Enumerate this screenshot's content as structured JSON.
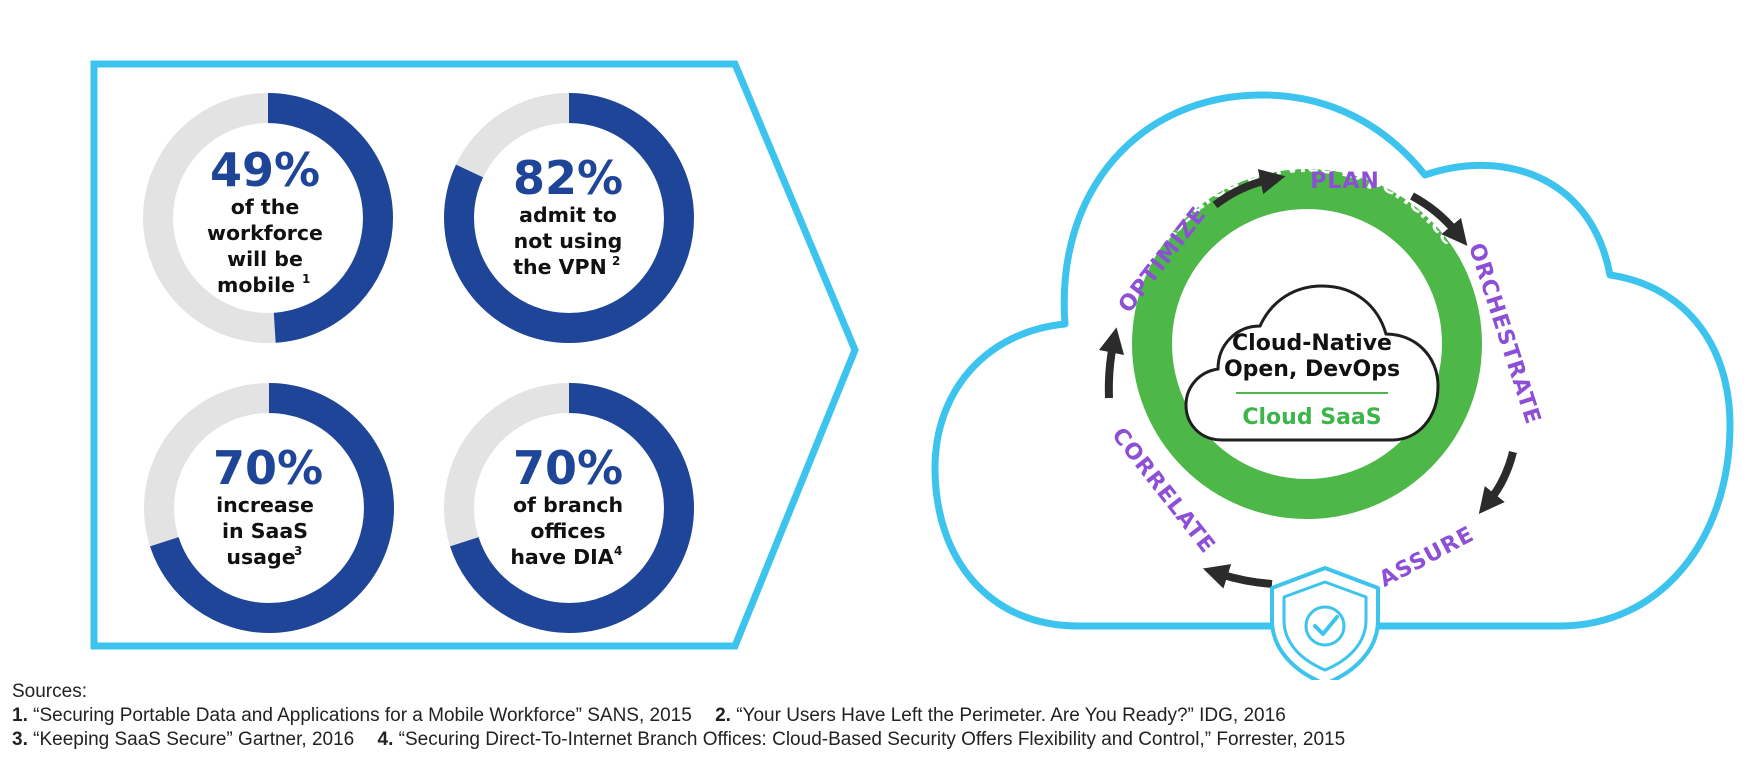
{
  "stats": [
    {
      "percent": 49,
      "label": "49%",
      "lines": [
        "of the",
        "workforce",
        "will be",
        "mobile"
      ],
      "footnote": "1"
    },
    {
      "percent": 82,
      "label": "82%",
      "lines": [
        "admit to",
        "not using",
        "the VPN"
      ],
      "footnote": "2"
    },
    {
      "percent": 70,
      "label": "70%",
      "lines": [
        "increase",
        "in SaaS",
        "usage"
      ],
      "footnote": "3"
    },
    {
      "percent": 70,
      "label": "70%",
      "lines": [
        "of branch",
        "offices",
        "have DIA"
      ],
      "footnote": "4"
    }
  ],
  "cycle": {
    "stages": [
      "PLAN",
      "ORCHESTRATE",
      "ASSURE",
      "CORRELATE",
      "OPTIMIZE"
    ],
    "ring_label": "Assured Service Experience",
    "core_lines": [
      "Cloud-Native",
      "Open, DevOps"
    ],
    "core_highlight": "Cloud SaaS"
  },
  "colors": {
    "donut_fill": "#1e4597",
    "donut_track": "#e3e3e3",
    "frame": "#3cc4ef",
    "ring": "#4db848",
    "stage_text": "#8c4fd6",
    "arrow": "#2b2b2b"
  },
  "icons": [
    "checkmark-shield-icon",
    "cycle-arrow-icon"
  ],
  "sources": {
    "heading": "Sources:",
    "items": [
      {
        "num": "1.",
        "text": "“Securing Portable Data and Applications for a Mobile Workforce” SANS, 2015"
      },
      {
        "num": "2.",
        "text": "“Your Users Have Left the Perimeter. Are You Ready?” IDG, 2016"
      },
      {
        "num": "3.",
        "text": "“Keeping SaaS Secure” Gartner, 2016"
      },
      {
        "num": "4.",
        "text": "“Securing Direct-To-Internet Branch Offices: Cloud-Based Security Offers Flexibility and Control,” Forrester, 2015"
      }
    ]
  }
}
